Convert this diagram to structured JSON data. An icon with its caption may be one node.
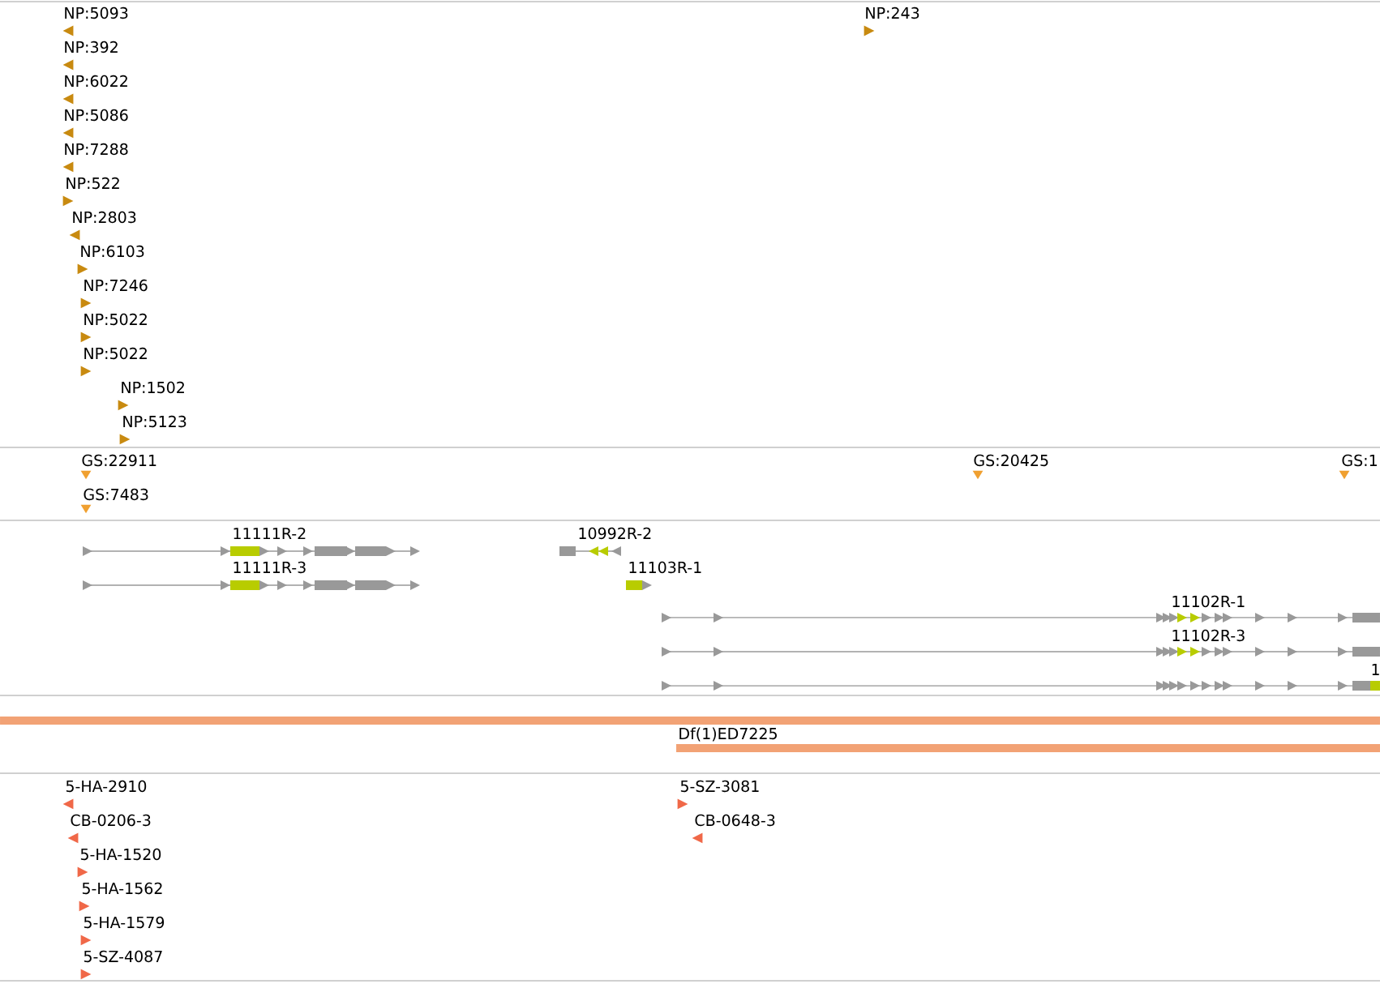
{
  "diagram": {
    "labels": [
      "NP:5093",
      "NP:243",
      "NP:392",
      "NP:6022",
      "NP:5086",
      "NP:7288",
      "NP:522",
      "NP:2803",
      "NP:6103",
      "NP:7246",
      "NP:5022",
      "NP:5022",
      "NP:1502",
      "NP:5123",
      "GS:22911",
      "GS:7483",
      "GS:20425",
      "GS:1",
      "11111R-2",
      "10992R-2",
      "11111R-3",
      "11103R-1",
      "11102R-1",
      "11102R-3",
      "1",
      "Df(1)ED7225",
      "5-HA-2910",
      "5-SZ-3081",
      "CB-0206-3",
      "CB-0648-3",
      "5-HA-1520",
      "5-HA-1562",
      "5-HA-1579",
      "5-SZ-4087"
    ]
  }
}
